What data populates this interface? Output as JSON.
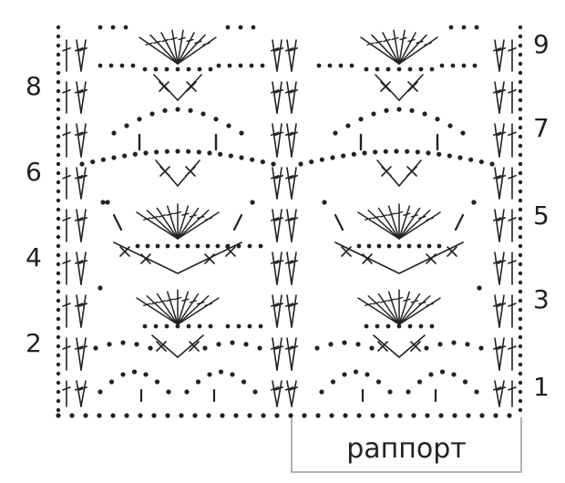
{
  "diagram": {
    "row_labels_left": [
      "8",
      "6",
      "4",
      "2"
    ],
    "row_labels_right": [
      "9",
      "7",
      "5",
      "3",
      "1"
    ],
    "repeat_label": "раппорт",
    "ink_color": "#222222"
  }
}
